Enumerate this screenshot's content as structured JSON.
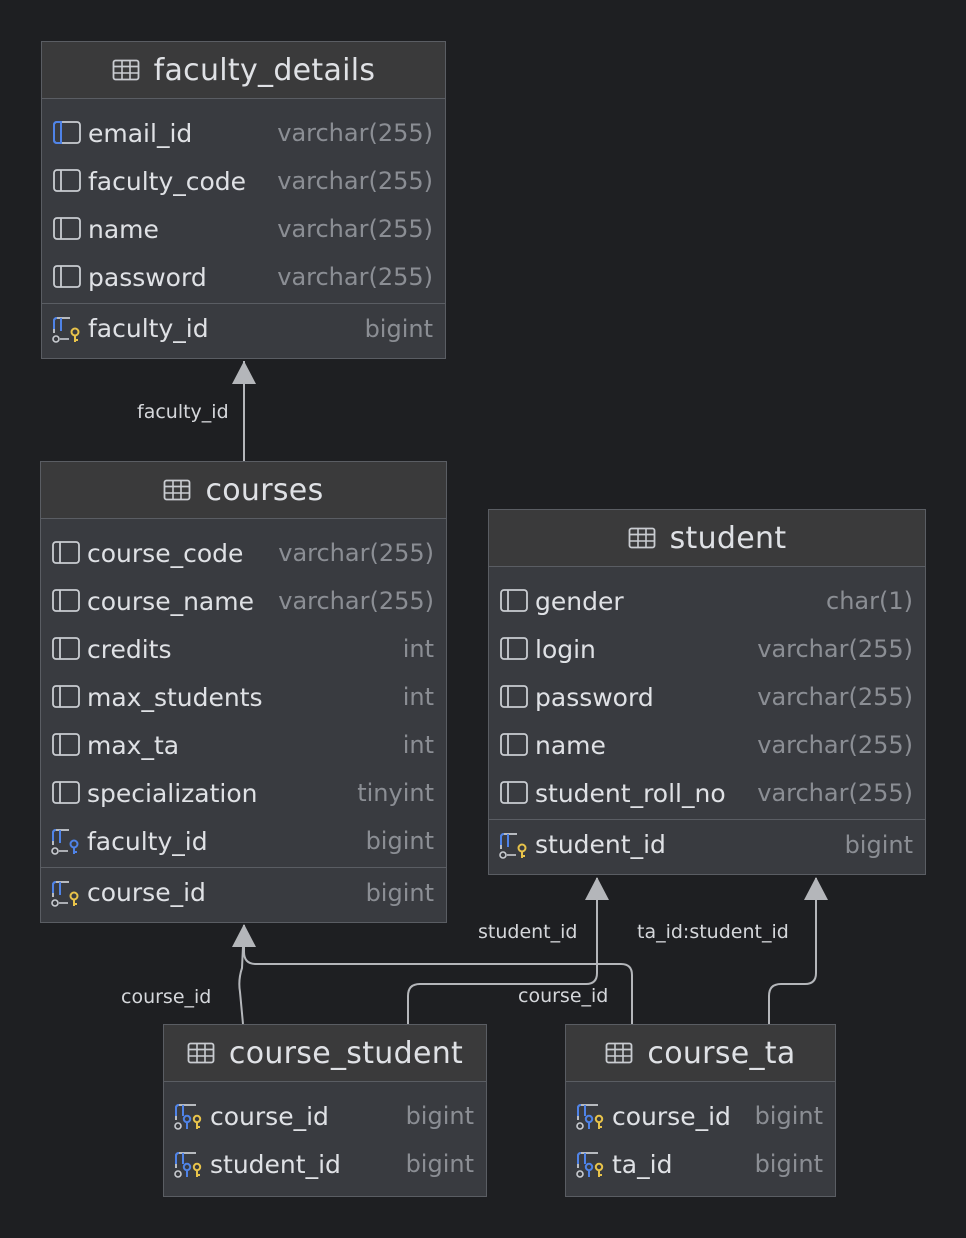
{
  "tables": {
    "faculty_details": {
      "title": "faculty_details",
      "columns": [
        {
          "name": "email_id",
          "type": "varchar(255)",
          "icon": "column-index-icon"
        },
        {
          "name": "faculty_code",
          "type": "varchar(255)",
          "icon": "column-icon"
        },
        {
          "name": "name",
          "type": "varchar(255)",
          "icon": "column-icon"
        },
        {
          "name": "password",
          "type": "varchar(255)",
          "icon": "column-icon"
        }
      ],
      "keys": [
        {
          "name": "faculty_id",
          "type": "bigint",
          "icon": "primary-key-icon"
        }
      ]
    },
    "courses": {
      "title": "courses",
      "columns": [
        {
          "name": "course_code",
          "type": "varchar(255)",
          "icon": "column-icon"
        },
        {
          "name": "course_name",
          "type": "varchar(255)",
          "icon": "column-icon"
        },
        {
          "name": "credits",
          "type": "int",
          "icon": "column-icon"
        },
        {
          "name": "max_students",
          "type": "int",
          "icon": "column-icon"
        },
        {
          "name": "max_ta",
          "type": "int",
          "icon": "column-icon"
        },
        {
          "name": "specialization",
          "type": "tinyint",
          "icon": "column-icon"
        },
        {
          "name": "faculty_id",
          "type": "bigint",
          "icon": "foreign-key-icon"
        }
      ],
      "keys": [
        {
          "name": "course_id",
          "type": "bigint",
          "icon": "primary-key-icon"
        }
      ]
    },
    "student": {
      "title": "student",
      "columns": [
        {
          "name": "gender",
          "type": "char(1)",
          "icon": "column-icon"
        },
        {
          "name": "login",
          "type": "varchar(255)",
          "icon": "column-icon"
        },
        {
          "name": "password",
          "type": "varchar(255)",
          "icon": "column-icon"
        },
        {
          "name": "name",
          "type": "varchar(255)",
          "icon": "column-icon"
        },
        {
          "name": "student_roll_no",
          "type": "varchar(255)",
          "icon": "column-icon"
        }
      ],
      "keys": [
        {
          "name": "student_id",
          "type": "bigint",
          "icon": "primary-key-icon"
        }
      ]
    },
    "course_student": {
      "title": "course_student",
      "columns": [
        {
          "name": "course_id",
          "type": "bigint",
          "icon": "composite-key-icon"
        },
        {
          "name": "student_id",
          "type": "bigint",
          "icon": "composite-key-icon"
        }
      ],
      "keys": []
    },
    "course_ta": {
      "title": "course_ta",
      "columns": [
        {
          "name": "course_id",
          "type": "bigint",
          "icon": "composite-key-icon"
        },
        {
          "name": "ta_id",
          "type": "bigint",
          "icon": "composite-key-icon"
        }
      ],
      "keys": []
    }
  },
  "edges": {
    "courses_faculty": "faculty_id",
    "course_student_student": "student_id",
    "course_ta_student": "ta_id:student_id",
    "course_student_courses": "course_id",
    "course_ta_courses": "course_id"
  },
  "colors": {
    "background": "#1e1f22",
    "table_body": "#393b40",
    "table_header": "#3a3a3b",
    "edge": "#b4b6ba",
    "key_gold": "#e8c34a",
    "index_blue": "#4f83e8"
  }
}
